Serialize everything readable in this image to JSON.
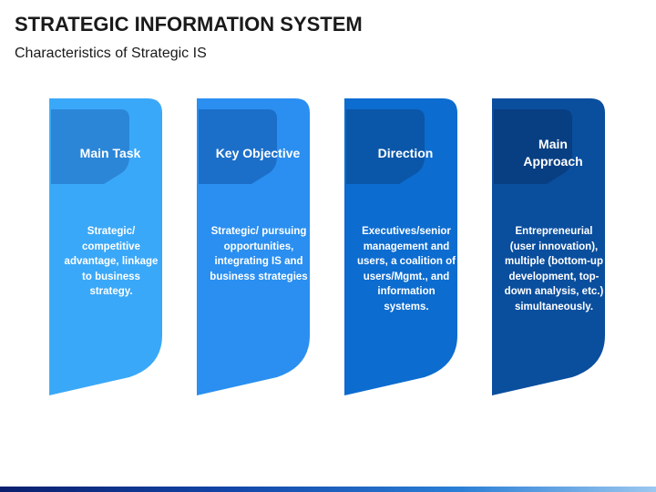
{
  "header": {
    "title": "STRATEGIC INFORMATION SYSTEM",
    "subtitle": "Characteristics of Strategic IS"
  },
  "cards": [
    {
      "heading": "Main Task",
      "body": "Strategic/ competitive advantage, linkage to business strategy.",
      "color": "#3aa8f8",
      "tab_color": "#2b86d8"
    },
    {
      "heading": "Key Objective",
      "body": "Strategic/ pursuing opportunities, integrating IS and business strategies",
      "color": "#2a8ff0",
      "tab_color": "#1c6fc9"
    },
    {
      "heading": "Direction",
      "body": "Executives/senior management and users, a coalition of users/Mgmt., and information systems.",
      "color": "#0c6cd0",
      "tab_color": "#0a56a8"
    },
    {
      "heading": "Main Approach",
      "body": "Entrepreneurial (user innovation), multiple (bottom-up development, top-down analysis, etc.) simultaneously.",
      "color": "#0a4e9e",
      "tab_color": "#083f82"
    }
  ]
}
